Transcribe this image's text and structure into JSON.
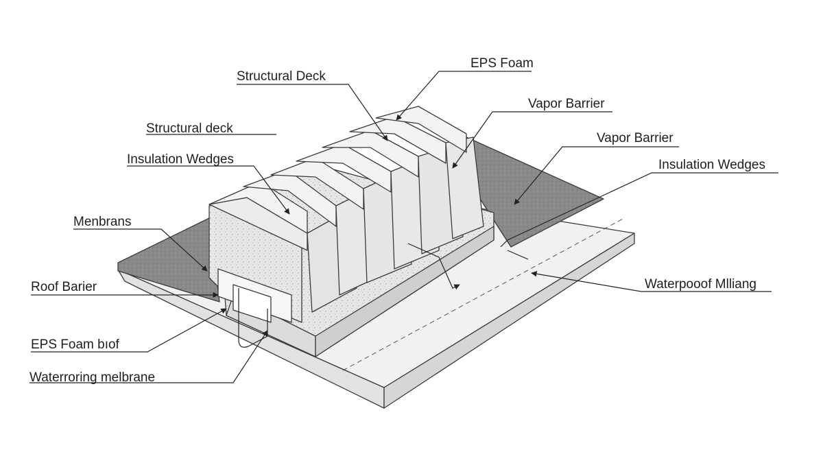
{
  "labels": {
    "structural_deck_top": "Structural Deck",
    "eps_foam_top": "EPS Foam",
    "vapor_barrier_1": "Vapor Barrier",
    "structural_deck_left": "Structural deck",
    "vapor_barrier_2": "Vapor Barrier",
    "insulation_wedges_left": "Insulation Wedges",
    "insulation_wedges_right": "Insulation Wedges",
    "membrans": "Menbrans",
    "roof_barrier": "Roof Barier",
    "waterproof_right": "Waterpooοf Mlliang",
    "eps_foam_left": "EPS Foam bıof",
    "waterproofing_membrane": "Waterroring melbrane"
  },
  "colors": {
    "insulation_face": "#ececec",
    "insulation_side": "#dcdcdc",
    "insulation_top": "#f3f3f3",
    "membrane_dark": "#8a8a8a",
    "speckle_base": "#e9e9e9",
    "slab_top": "#f1f1f1",
    "outline": "#3a3a3a"
  },
  "icons": [
    "pipe-drain-icon",
    "arrow-pointer-icon"
  ]
}
